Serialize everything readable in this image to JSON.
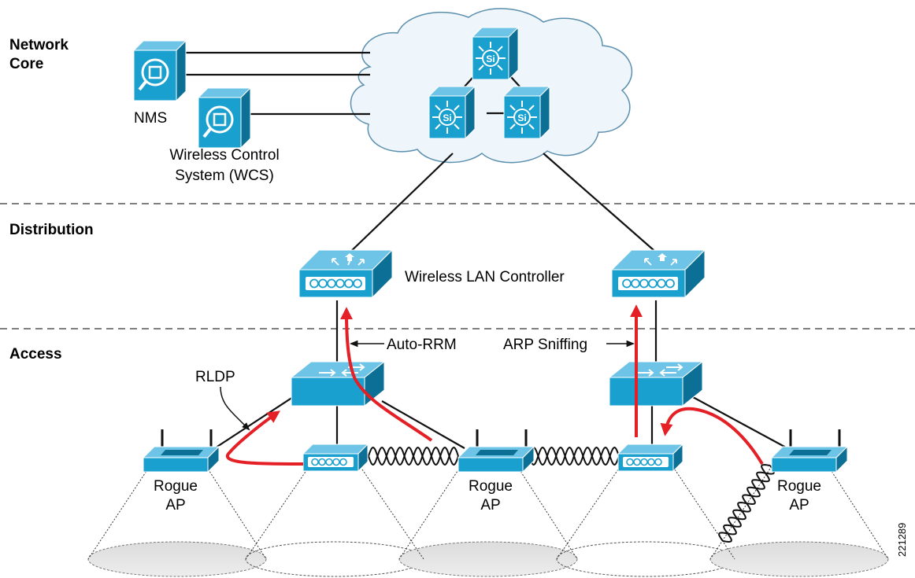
{
  "layers": {
    "core": [
      "Network",
      "Core"
    ],
    "distribution": "Distribution",
    "access": "Access"
  },
  "labels": {
    "nms": "NMS",
    "wcs": [
      "Wireless Control",
      "System (WCS)"
    ],
    "wlc": "Wireless LAN Controller",
    "auto_rrm": "Auto-RRM",
    "arp_sniffing": "ARP Sniffing",
    "rldp": "RLDP",
    "rogue_ap": [
      "Rogue",
      "AP"
    ],
    "figure_id": "221289"
  },
  "icons": {
    "core_switch": "Si",
    "nms": "server-magnifier-icon",
    "controller": "wireless-lan-controller-icon",
    "access_switch": "workgroup-switch-icon",
    "access_point": "lightweight-ap-icon",
    "rogue_ap": "rogue-ap-icon"
  },
  "colors": {
    "device": "#1aa0cf",
    "device_dark": "#0c6f96",
    "cloud": "#eef6fb",
    "arrow": "#e41f26"
  }
}
